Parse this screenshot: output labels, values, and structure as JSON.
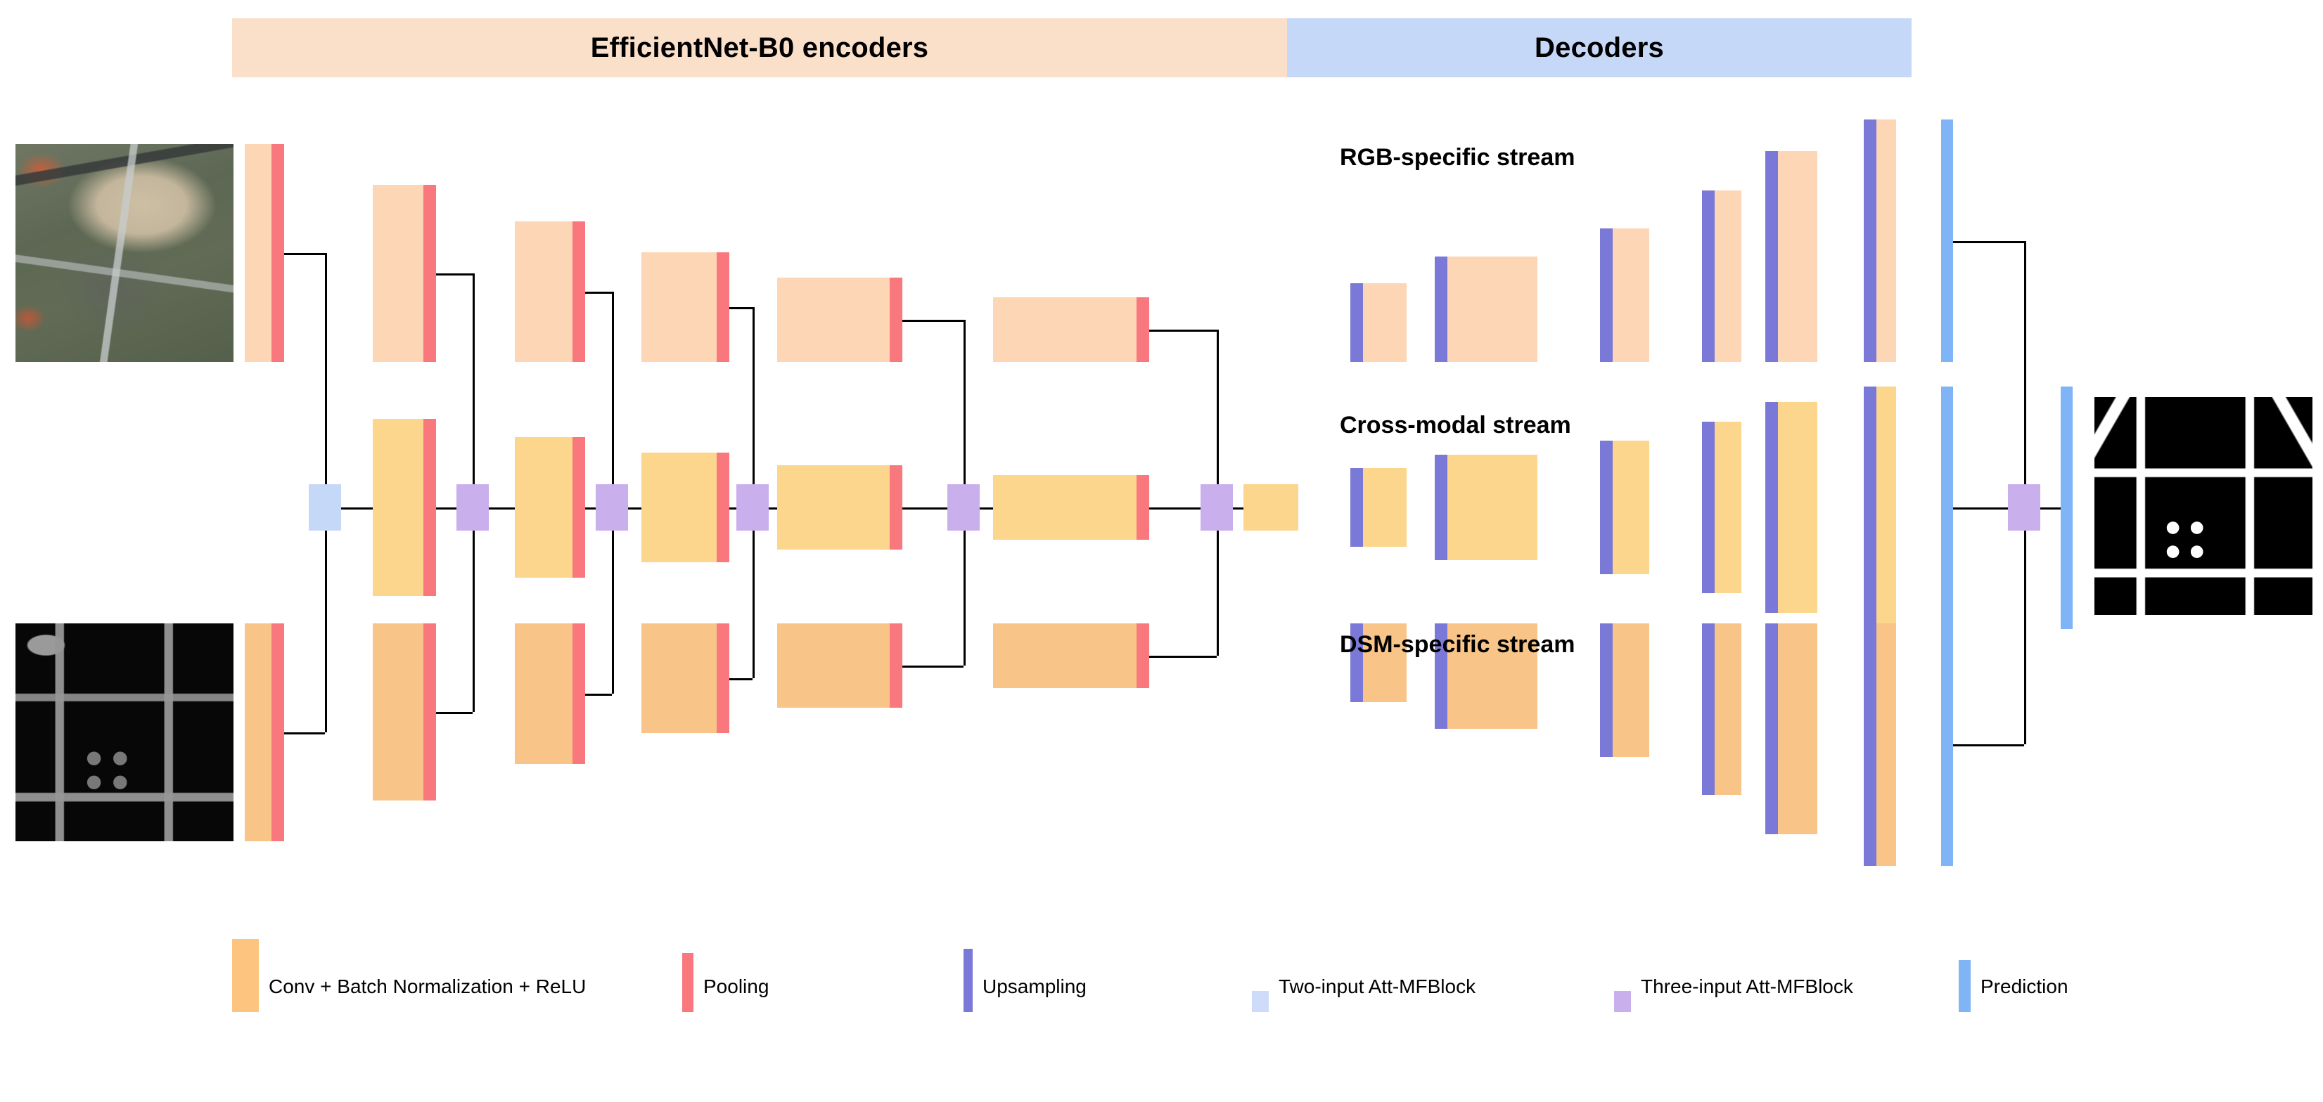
{
  "header": {
    "encoders_label": "EfficientNet-B0 encoders",
    "decoders_label": "Decoders",
    "encoders_color": "#FADFC9",
    "decoders_color": "#C6D8F8"
  },
  "streams": {
    "rgb_label": "RGB-specific stream",
    "cross_label": "Cross-modal stream",
    "dsm_label": "DSM-specific stream"
  },
  "inputs": {
    "rgb_image_name": "rgb-aerial-input-image",
    "dsm_image_name": "dsm-height-input-image"
  },
  "output": {
    "image_name": "binary-building-segmentation-output"
  },
  "legend": {
    "items": [
      {
        "label": "Conv + Batch Normalization + ReLU",
        "color": "#FCC47E",
        "swatch_w": 38,
        "swatch_h": 104
      },
      {
        "label": "Pooling",
        "color": "#F9787D",
        "swatch_w": 16,
        "swatch_h": 84
      },
      {
        "label": "Upsampling",
        "color": "#7B79D8",
        "swatch_w": 13,
        "swatch_h": 90
      },
      {
        "label": "Two-input Att-MFBlock",
        "color": "#CEDCF9",
        "swatch_w": 24,
        "swatch_h": 30
      },
      {
        "label": "Three-input Att-MFBlock",
        "color": "#C9AFEC",
        "swatch_w": 24,
        "swatch_h": 30
      },
      {
        "label": "Prediction",
        "color": "#7FB4F7",
        "swatch_w": 17,
        "swatch_h": 74
      }
    ]
  },
  "colors": {
    "conv_rgb": "#FCD6B5",
    "conv_cross": "#FCD68C",
    "conv_dsm": "#F9C488",
    "pooling": "#F9787D",
    "upsampling": "#7B79D8",
    "prediction": "#7FB4F7",
    "fusion_two_input": "#C6D8F8",
    "fusion_three_input": "#C9AFEC",
    "line": "#000000"
  },
  "architecture": {
    "type": "multi-stream encoder-decoder segmentation network",
    "encoder_stages": 6,
    "decoder_stages": 6,
    "fusion_blocks_encoder": 6,
    "fusion_blocks_final": 1,
    "rgb_encoder_blocks": [
      {
        "stage": 1,
        "conv_w": 38,
        "conv_h": 310,
        "pool_w": 18
      },
      {
        "stage": 2,
        "conv_w": 72,
        "conv_h": 252,
        "pool_w": 18
      },
      {
        "stage": 3,
        "conv_w": 82,
        "conv_h": 200,
        "pool_w": 18
      },
      {
        "stage": 4,
        "conv_w": 107,
        "conv_h": 156,
        "pool_w": 18
      },
      {
        "stage": 5,
        "conv_w": 160,
        "conv_h": 120,
        "pool_w": 18
      },
      {
        "stage": 6,
        "conv_w": 204,
        "conv_h": 92,
        "pool_w": 18
      }
    ],
    "cross_modal_blocks": [
      {
        "stage": 1,
        "conv_w": 72,
        "conv_h": 252,
        "pool_w": 18
      },
      {
        "stage": 2,
        "conv_w": 82,
        "conv_h": 200,
        "pool_w": 18
      },
      {
        "stage": 3,
        "conv_w": 107,
        "conv_h": 156,
        "pool_w": 18
      },
      {
        "stage": 4,
        "conv_w": 160,
        "conv_h": 120,
        "pool_w": 18
      },
      {
        "stage": 5,
        "conv_w": 204,
        "conv_h": 92,
        "pool_w": 18
      },
      {
        "stage": 6,
        "conv_w": 78,
        "conv_h": 66,
        "pool_w": 0
      }
    ],
    "decoder_blocks": [
      {
        "stage": 1,
        "ups_w": 18,
        "conv_w": 62,
        "conv_h": 112
      },
      {
        "stage": 2,
        "ups_w": 18,
        "conv_w": 128,
        "conv_h": 150
      },
      {
        "stage": 3,
        "ups_w": 18,
        "conv_w": 52,
        "conv_h": 190
      },
      {
        "stage": 4,
        "ups_w": 18,
        "conv_w": 38,
        "conv_h": 244
      },
      {
        "stage": 5,
        "ups_w": 18,
        "conv_w": 56,
        "conv_h": 300
      },
      {
        "stage": 6,
        "ups_w": 18,
        "conv_w": 28,
        "conv_h": 345
      }
    ],
    "prediction_bars": 3,
    "final_prediction_bars": 1
  }
}
